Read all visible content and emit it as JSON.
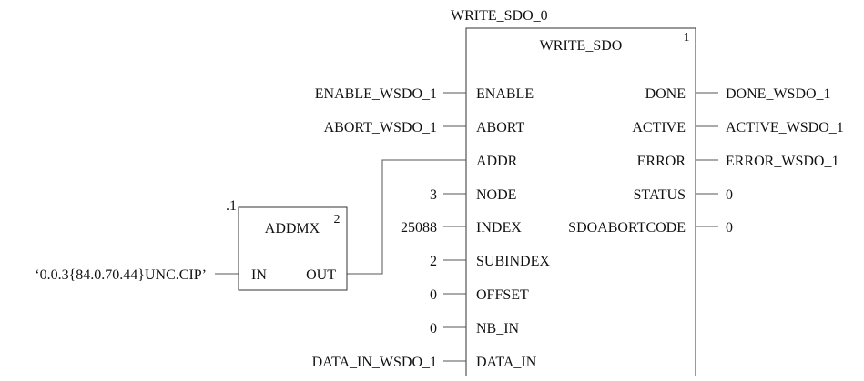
{
  "write_sdo_block": {
    "instance_name": "WRITE_SDO_0",
    "type_name": "WRITE_SDO",
    "exec_order": "1",
    "inputs": [
      {
        "pin": "ENABLE",
        "signal": "ENABLE_WSDO_1"
      },
      {
        "pin": "ABORT",
        "signal": "ABORT_WSDO_1"
      },
      {
        "pin": "ADDR",
        "signal": ""
      },
      {
        "pin": "NODE",
        "signal": "3"
      },
      {
        "pin": "INDEX",
        "signal": "25088"
      },
      {
        "pin": "SUBINDEX",
        "signal": "2"
      },
      {
        "pin": "OFFSET",
        "signal": "0"
      },
      {
        "pin": "NB_IN",
        "signal": "0"
      },
      {
        "pin": "DATA_IN",
        "signal": "DATA_IN_WSDO_1"
      }
    ],
    "outputs": [
      {
        "pin": "DONE",
        "signal": "DONE_WSDO_1"
      },
      {
        "pin": "ACTIVE",
        "signal": "ACTIVE_WSDO_1"
      },
      {
        "pin": "ERROR",
        "signal": "ERROR_WSDO_1"
      },
      {
        "pin": "STATUS",
        "signal": "0"
      },
      {
        "pin": "SDOABORTCODE",
        "signal": "0"
      }
    ]
  },
  "addmx_block": {
    "instance_name": ".1",
    "type_name": "ADDMX",
    "exec_order": "2",
    "input_pin": "IN",
    "output_pin": "OUT",
    "input_signal": "‘0.0.3{84.0.70.44}UNC.CIP’"
  }
}
